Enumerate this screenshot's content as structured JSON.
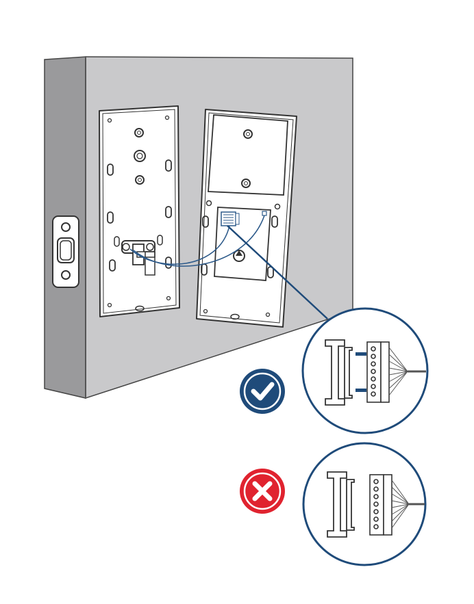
{
  "diagram": {
    "labels": [],
    "illustration": {
      "door": "door-edge-with-latch",
      "left_part": "interior-mounting-plate",
      "right_part": "interior-lock-back-with-connector",
      "callout": "connector-zoom"
    },
    "correct": {
      "icon": "check-icon",
      "meaning": "connector-aligned"
    },
    "incorrect": {
      "icon": "x-icon",
      "meaning": "connector-misaligned"
    }
  },
  "colors": {
    "door_face": "#c9c9cb",
    "door_edge": "#9a9a9c",
    "outline": "#333333",
    "wire": "#2d5a8a",
    "check_circle": "#1f4b7a",
    "x_circle": "#e0232f",
    "icon_mark": "#ffffff",
    "callout_ring": "#1f4b7a"
  }
}
